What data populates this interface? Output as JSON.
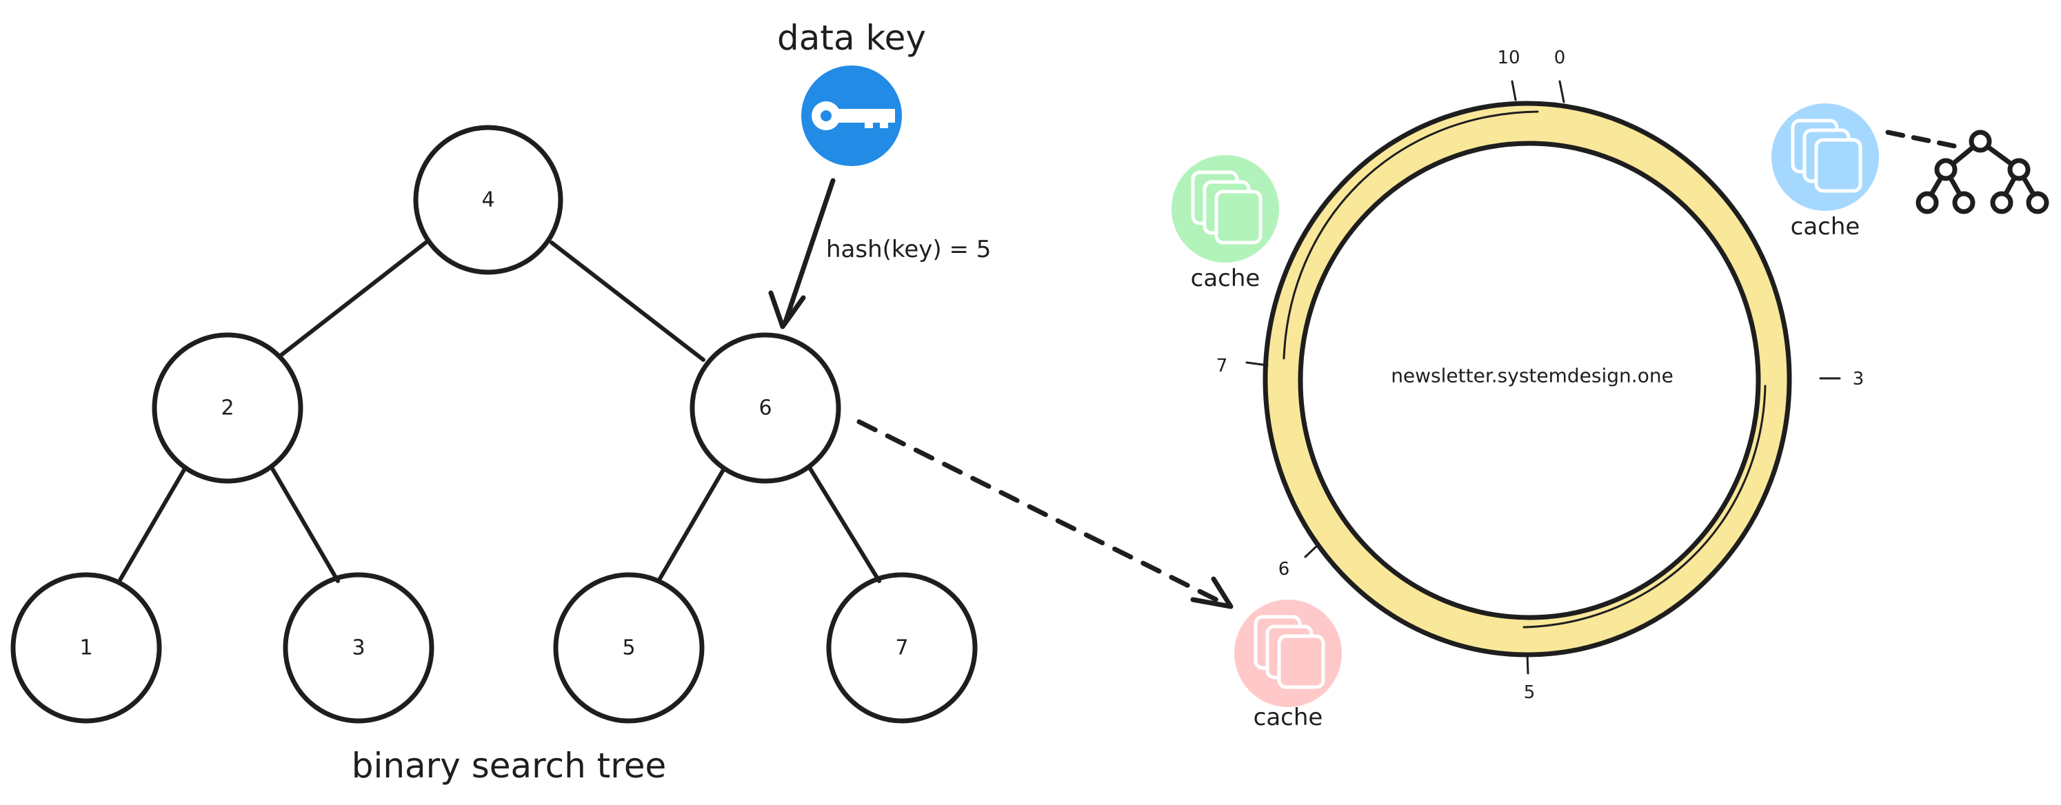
{
  "title_tree": "binary search tree",
  "data_key_label": "data key",
  "hash_label": "hash(key) = 5",
  "ring_center_text": "newsletter.systemdesign.one",
  "tree_nodes": [
    "4",
    "2",
    "6",
    "1",
    "3",
    "5",
    "7"
  ],
  "ring_ticks": [
    "10",
    "0",
    "3",
    "5",
    "6",
    "7"
  ],
  "caches": {
    "green": "cache",
    "blue": "cache",
    "pink": "cache"
  },
  "colors": {
    "ring_fill": "#f9e79a",
    "highlight_node": "#ffc9c9",
    "key_circle": "#228be6",
    "cache_green": "#b2f2bb",
    "cache_blue": "#a5d8ff",
    "cache_pink": "#ffc9c9",
    "stroke": "#1e1e1e"
  },
  "icons": [
    "key-icon",
    "cache-icon",
    "tree-icon"
  ]
}
